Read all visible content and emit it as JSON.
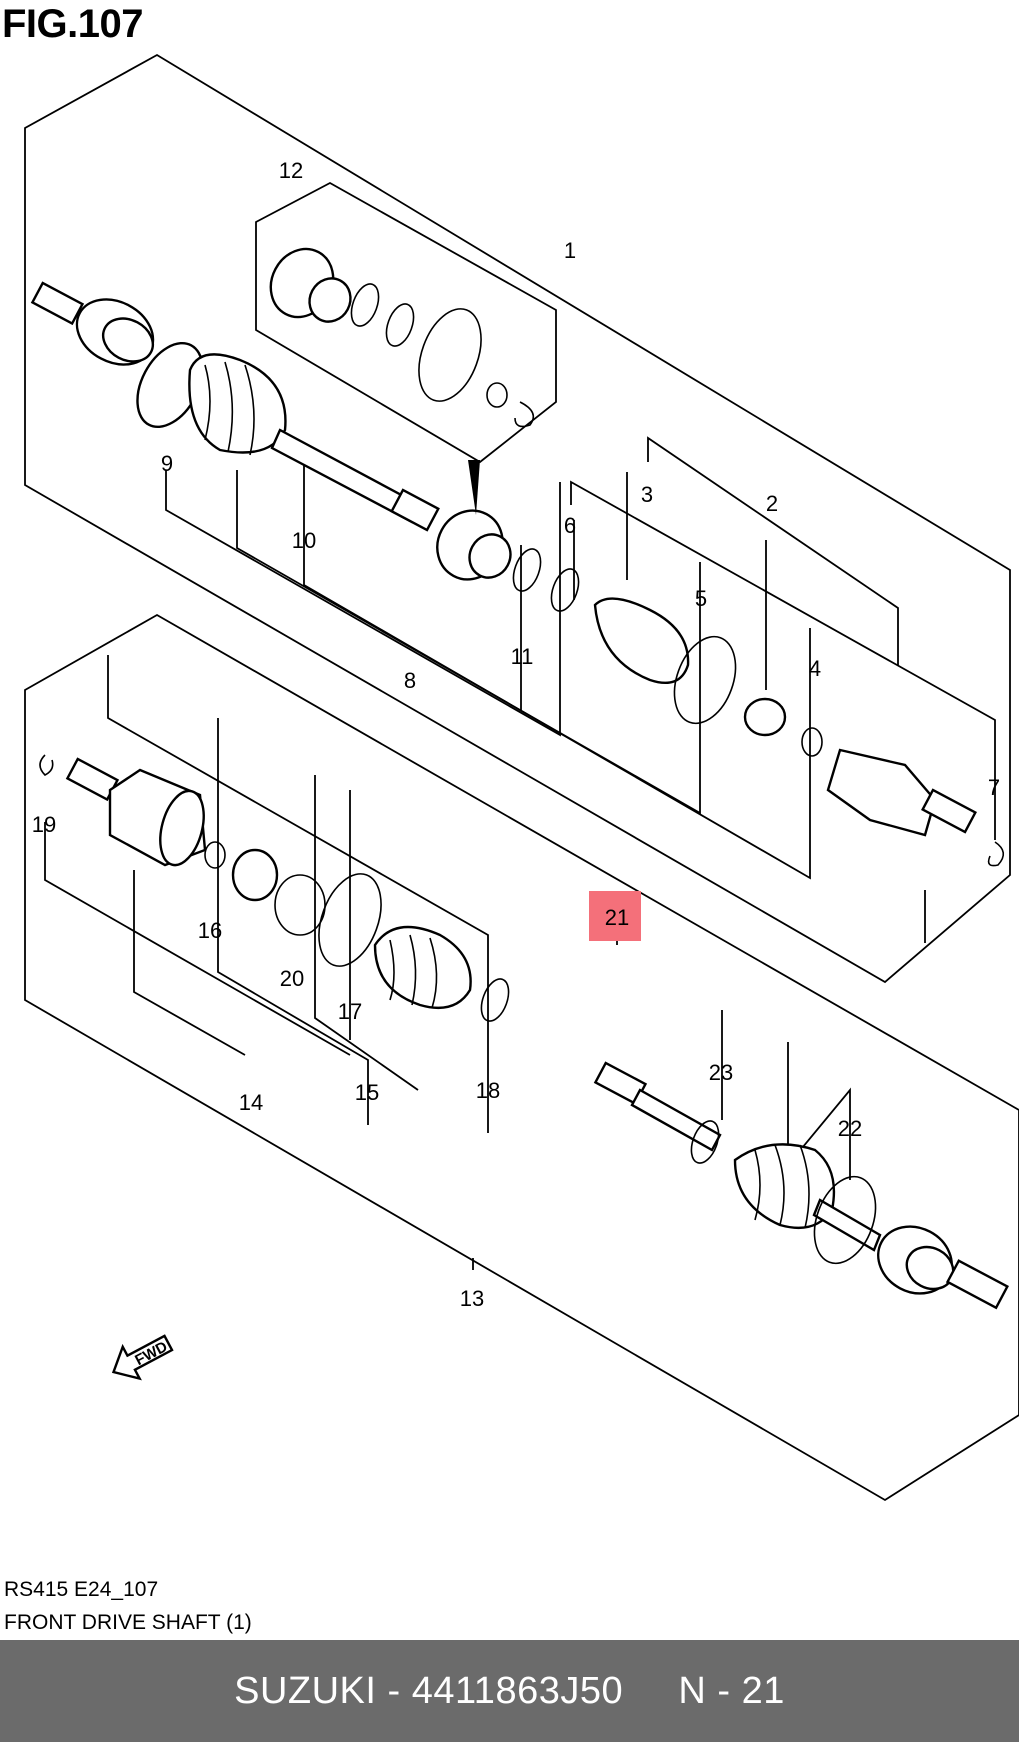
{
  "figure": {
    "title": "FIG.107"
  },
  "callouts": [
    "1",
    "2",
    "3",
    "4",
    "5",
    "6",
    "7",
    "8",
    "9",
    "10",
    "11",
    "12",
    "13",
    "14",
    "15",
    "16",
    "17",
    "18",
    "19",
    "20",
    "21",
    "22",
    "23"
  ],
  "highlighted_callout": "21",
  "fwd_label": "FWD",
  "caption": {
    "code": "RS415 E24_107",
    "name": "FRONT DRIVE SHAFT (1)"
  },
  "footer": {
    "text": "SUZUKI - 4411863J50     N - 21"
  },
  "colors": {
    "highlight": "#f4707a",
    "footer_bg": "#6b6b6b",
    "footer_text": "#ffffff"
  }
}
